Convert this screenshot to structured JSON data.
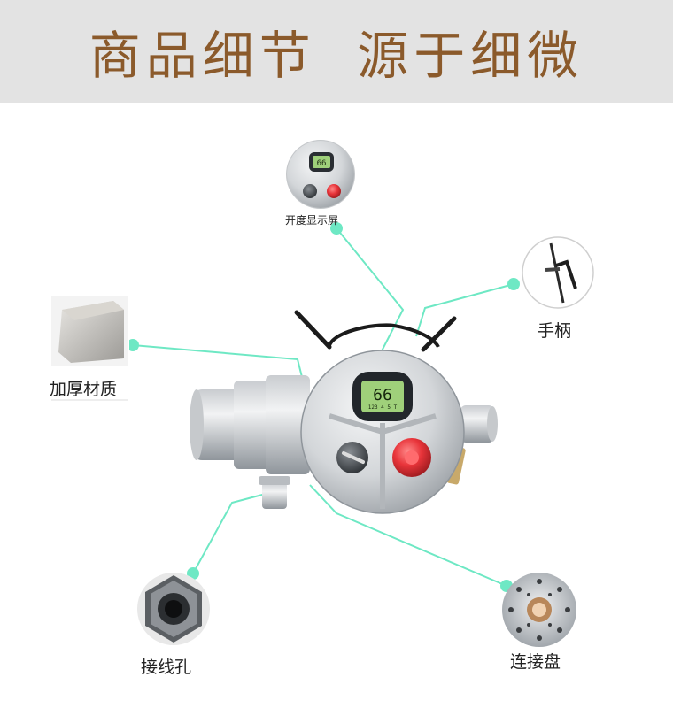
{
  "banner": {
    "title": "商品细节 源于细微"
  },
  "callouts": {
    "display": {
      "label": "开度显示屏"
    },
    "handle": {
      "label": "手柄"
    },
    "material": {
      "label": "加厚材质"
    },
    "wiring": {
      "label": "接线孔"
    },
    "flange": {
      "label": "连接盘"
    }
  },
  "product": {
    "display_reading": "66",
    "display_sub_reading": "123 4 5 T"
  },
  "colors": {
    "banner_bg": "#e3e3e3",
    "title": "#8b5a2b",
    "leader_line": "#6ee8c4",
    "body_metal": "#d6d9dc",
    "lcd": "#9fd07a",
    "red_knob": "#e8343a"
  }
}
